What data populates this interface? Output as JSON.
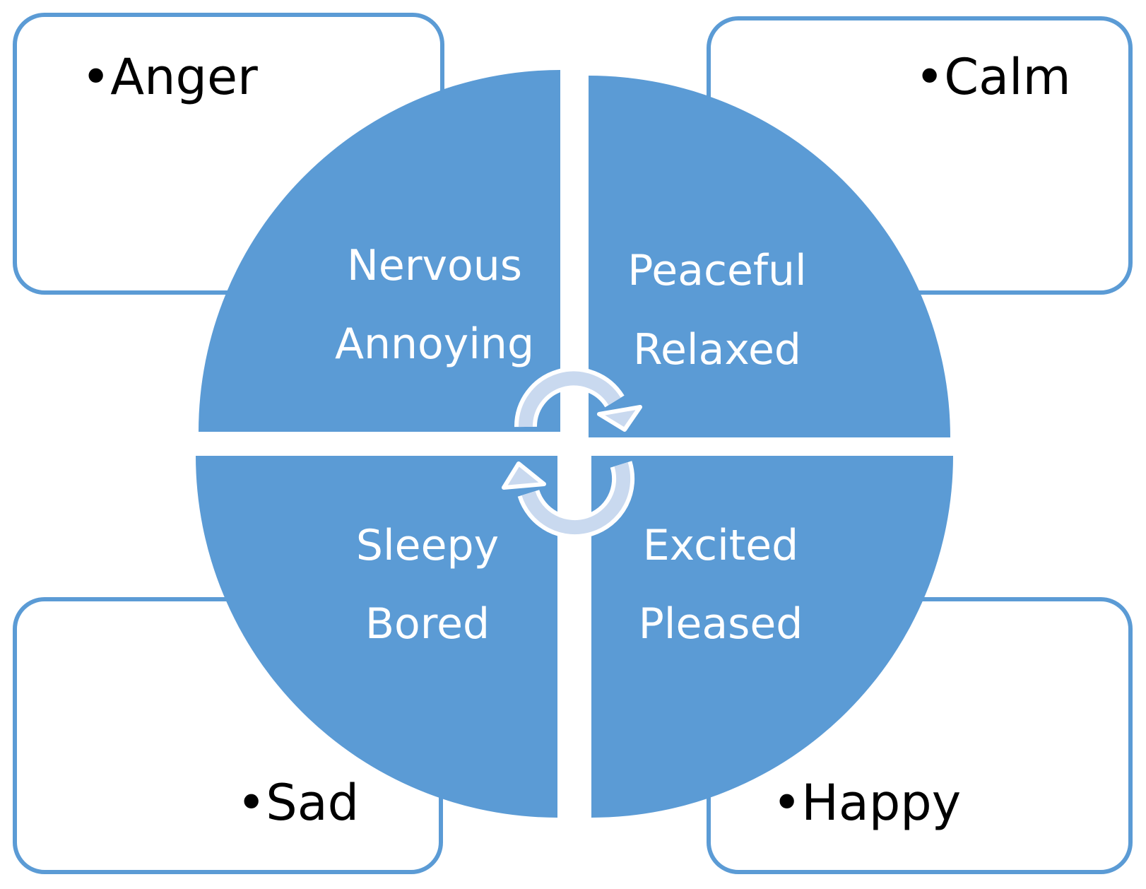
{
  "colors": {
    "quadrant_fill": "#5b9bd5",
    "box_stroke": "#5b9bd5",
    "arrow_fill": "#c9d9ef",
    "text_dark": "#000000",
    "text_light": "#ffffff"
  },
  "corner_boxes": {
    "top_left": {
      "label": "•Anger"
    },
    "top_right": {
      "label": "•Calm"
    },
    "bottom_left": {
      "label": "•Sad"
    },
    "bottom_right": {
      "label": "•Happy"
    }
  },
  "quadrants": {
    "top_left": {
      "line1": "Nervous",
      "line2": "Annoying"
    },
    "top_right": {
      "line1": "Peaceful",
      "line2": "Relaxed"
    },
    "bottom_left": {
      "line1": "Sleepy",
      "line2": "Bored"
    },
    "bottom_right": {
      "line1": "Excited",
      "line2": "Pleased"
    }
  },
  "center_icon": "cycle-arrows-icon"
}
